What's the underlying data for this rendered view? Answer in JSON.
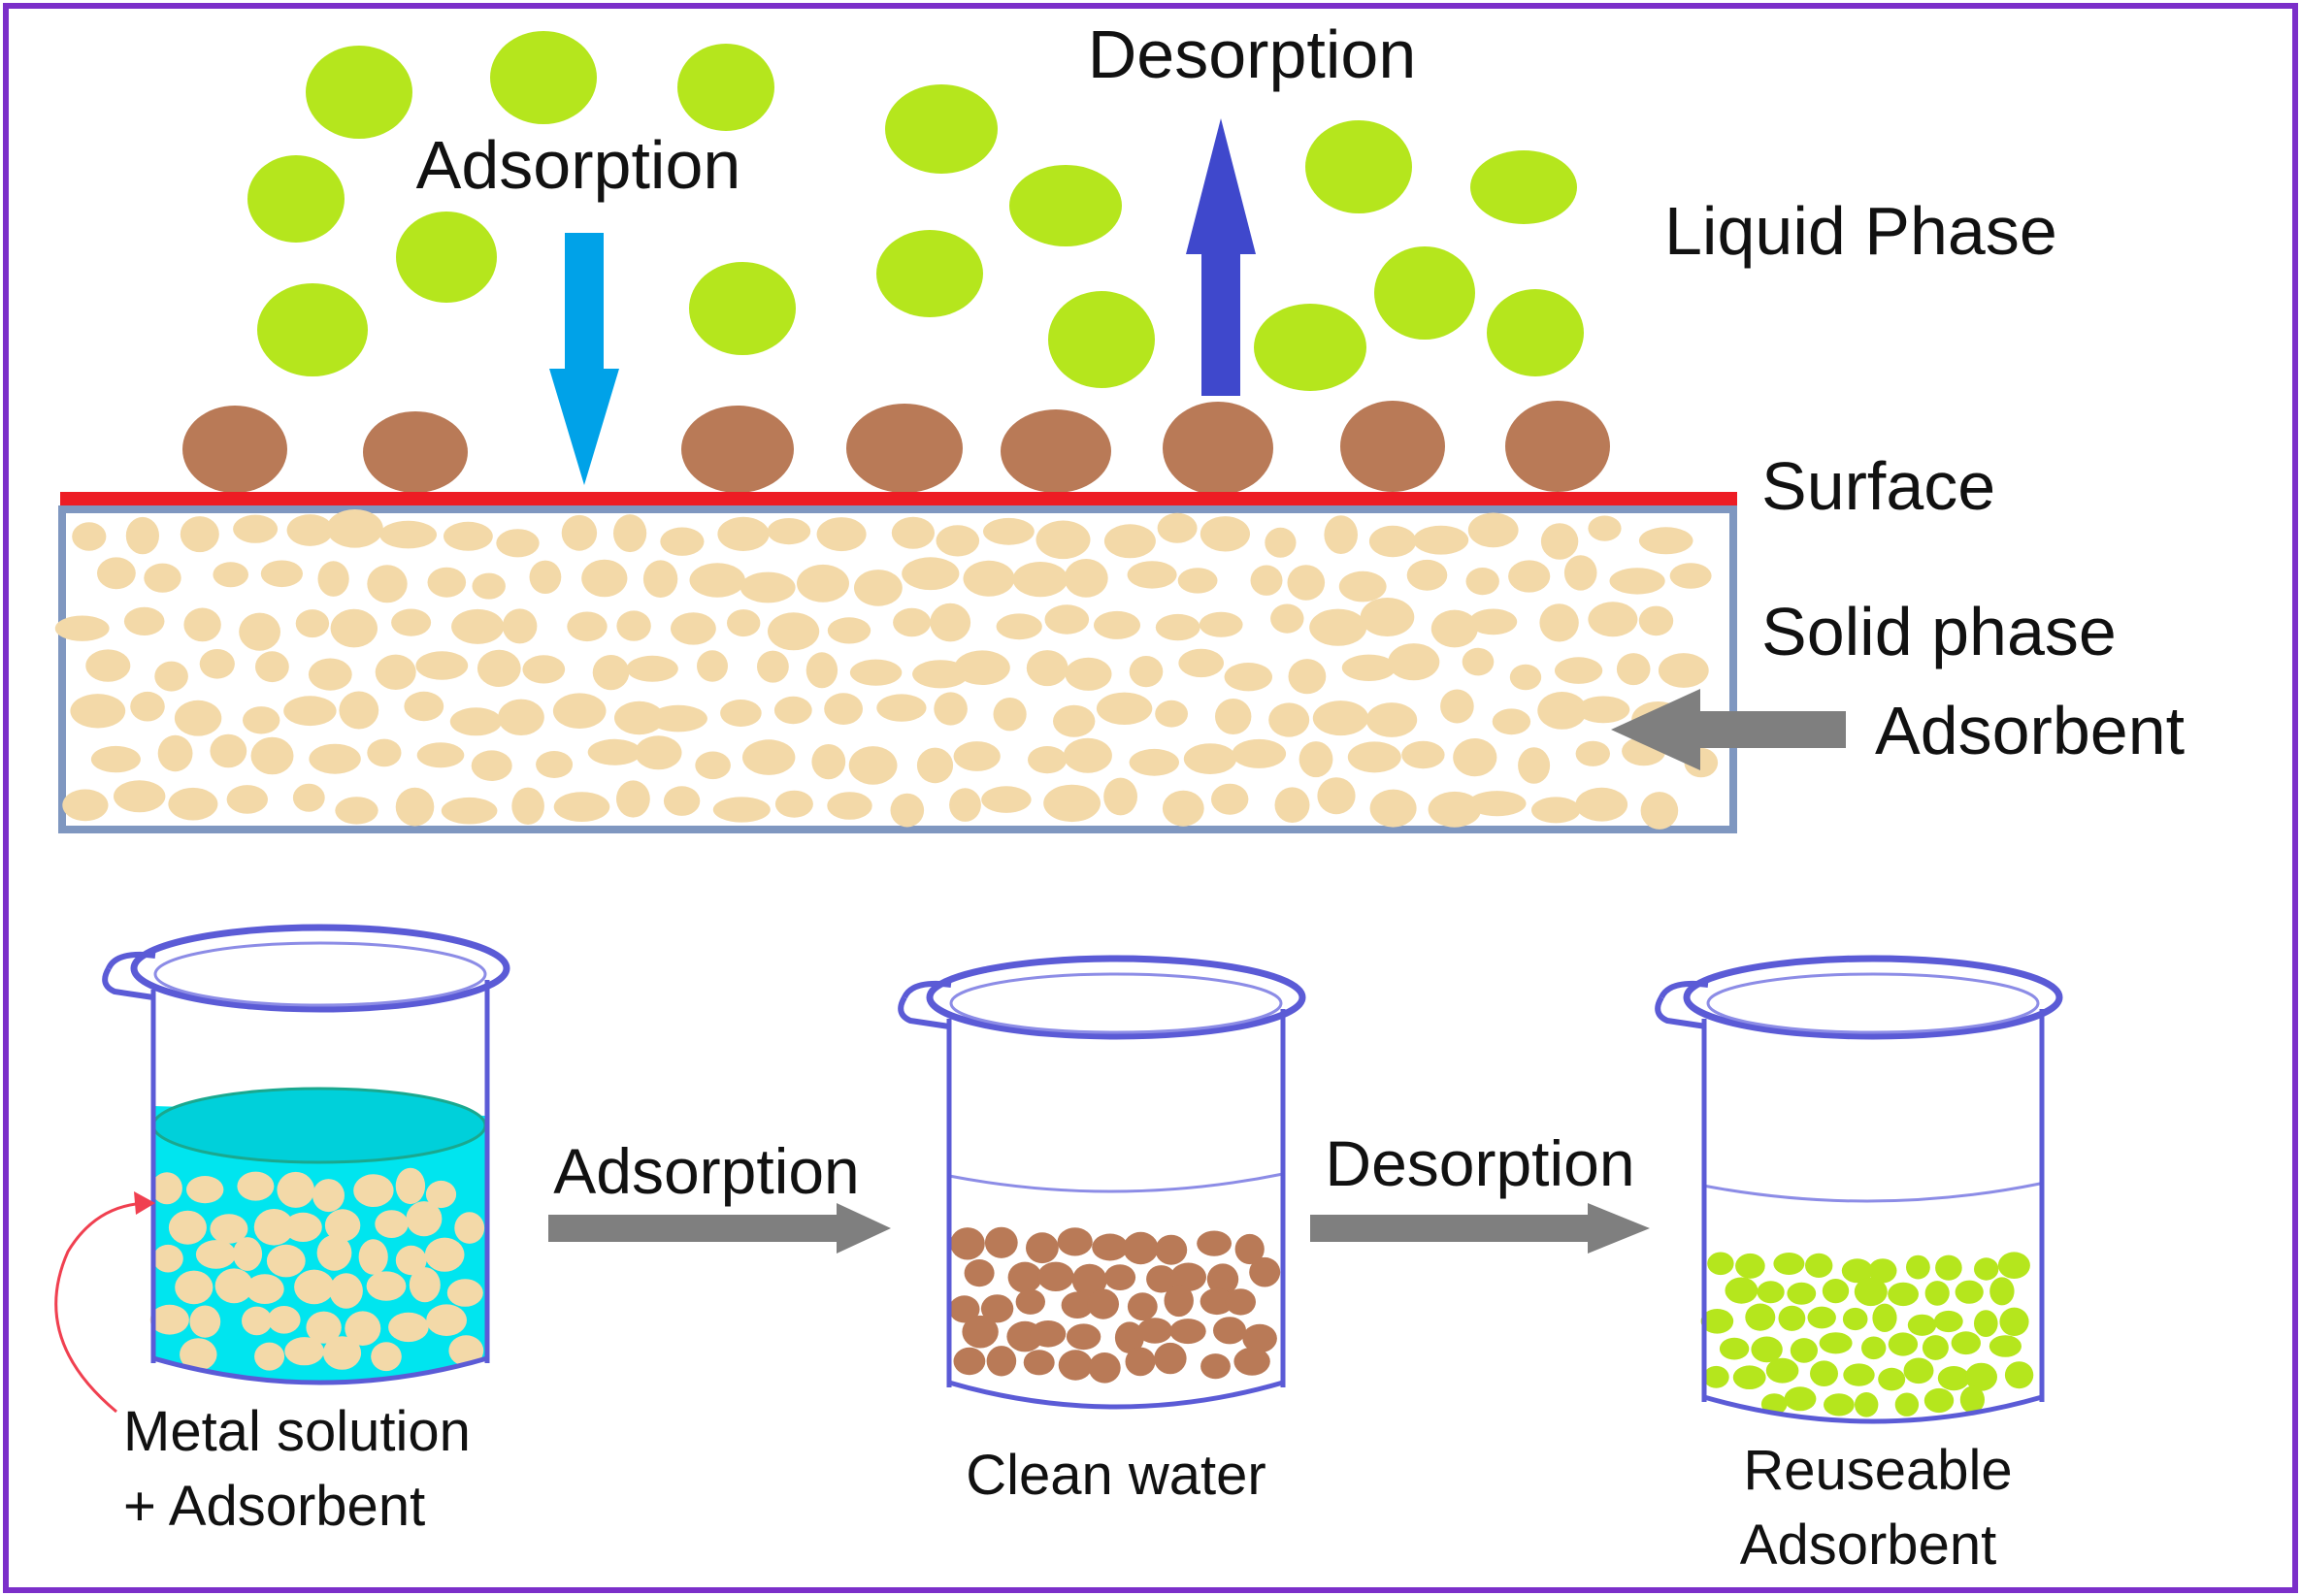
{
  "diagram": {
    "top": {
      "adsorption_label": "Adsorption",
      "desorption_label": "Desorption",
      "liquid_phase_label": "Liquid Phase",
      "surface_label": "Surface",
      "solid_phase_label": "Solid phase",
      "adsorbent_label": "Adsorbent"
    },
    "bottom": {
      "adsorption_label": "Adsorption",
      "desorption_label": "Desorption",
      "beaker1_caption_line1": "Metal solution",
      "beaker1_caption_line2": "+ Adsorbent",
      "beaker2_caption": "Clean water",
      "beaker3_caption_line1": "Reuseable",
      "beaker3_caption_line2": "Adsorbent"
    },
    "colors": {
      "frame": "#7b2fc9",
      "liquid_particle": "#b5e61d",
      "adsorbed_particle": "#b97a57",
      "surface_line": "#ed1c24",
      "solid_particle": "#f3d9a8",
      "solid_border": "#7f97c0",
      "adsorption_arrow": "#00a2e8",
      "desorption_arrow": "#3f48cc",
      "grey_arrow": "#7f7f7f",
      "beaker_outline": "#5b5bd6",
      "solution": "#00e5ef"
    }
  }
}
